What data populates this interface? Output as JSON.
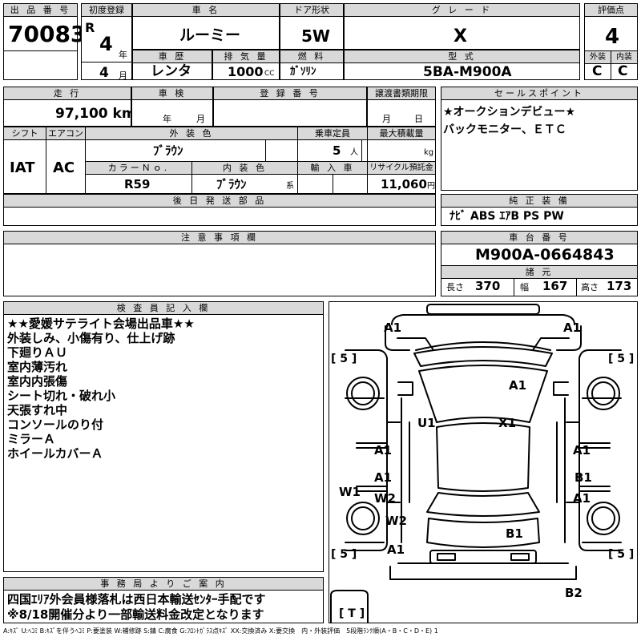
{
  "sheet": {
    "lot_number_label": "出 品 番 号",
    "lot_number": "70083",
    "first_reg_label": "初度登録",
    "era": "R",
    "year": "4",
    "year_unit": "年",
    "month": "4",
    "month_unit": "月",
    "car_name_label": "車 名",
    "car_name": "ルーミー",
    "door_label": "ドア形状",
    "door": "5W",
    "grade_label": "グ レ ー ド",
    "grade": "X",
    "score_label": "評価点",
    "score": "4",
    "history_label": "車 歴",
    "history": "レンタ",
    "displacement_label": "排 気 量",
    "displacement": "1000",
    "displacement_unit": "CC",
    "fuel_label": "燃 料",
    "fuel": "ｶﾞｿﾘﾝ",
    "model_label": "型 式",
    "model": "5BA-M900A",
    "exterior_label": "外装",
    "exterior_grade": "C",
    "interior_label": "内装",
    "interior_grade": "C",
    "mileage_label": "走 行",
    "mileage": "97,100 km",
    "inspection_label": "車 検",
    "insp_year_unit": "年",
    "insp_month_unit": "月",
    "registration_label": "登 録 番 号",
    "transfer_label": "譲渡書類期限",
    "transfer_month_unit": "月",
    "transfer_day_unit": "日",
    "sales_point_label": "セールスポイント",
    "sales_points": [
      "★オークションデビュー★",
      "バックモニター、ＥＴＣ"
    ],
    "shift_label": "シフト",
    "shift": "IAT",
    "aircon_label": "エアコン",
    "aircon": "AC",
    "ext_color_label": "外 装 色",
    "ext_color": "ﾌﾞﾗｳﾝ",
    "capacity_label": "乗車定員",
    "capacity": "5",
    "capacity_unit": "人",
    "max_load_label": "最大積載量",
    "max_load_unit": "kg",
    "color_no_label": "カラーＮｏ.",
    "color_no": "R59",
    "int_color_label": "内 装 色",
    "int_color": "ﾌﾞﾗｳﾝ",
    "int_color_unit": "系",
    "import_label": "輸 入 車",
    "recycle_label": "リサイクル預託金",
    "recycle": "11,060",
    "recycle_unit": "円",
    "later_parts_label": "後 日 発 送 部 品",
    "genuine_label": "純 正 装 備",
    "genuine": "ﾅﾋﾞ ABS ｴｱB PS PW",
    "caution_label": "注 意 事 項 欄",
    "chassis_label": "車 台 番 号",
    "chassis": "M900A-0664843",
    "specs_label": "諸 元",
    "length_label": "長さ",
    "length": "370",
    "width_label": "幅",
    "width": "167",
    "height_label": "高さ",
    "height": "173",
    "inspector_label": "検 査 員 記 入 欄",
    "inspector_notes": [
      "★★愛媛サテライト会場出品車★★",
      "外装しみ、小傷有り、仕上げ跡",
      "下廻りＡＵ",
      "室内薄汚れ",
      "室内内張傷",
      "シート切れ・破れ小",
      "天張すれ中",
      "コンソールのり付",
      "ミラーＡ",
      "ホイールカバーＡ"
    ],
    "office_label": "事 務 局 よ り ご 案 内",
    "office_notes": [
      "四国ｴﾘｱ外会員様落札は西日本輸送ｾﾝﾀｰ手配です",
      "※8/18開催分より一部輸送料金改定となります"
    ],
    "legend": "A:ｷｽﾞ U:ﾍｺﾐ B:ｷｽﾞを伴うﾍｺﾐ P:要塗装 W:補修跡 S:錆 C:腐食 G:ﾌﾛﾝﾄｶﾞﾗｽ点ｷｽﾞ XX:交換済み X:要交換　内・外装評価　5段階ﾗﾝｸ順(A・B・C・D・E) 1"
  },
  "diagram": {
    "tire_labels": [
      "[ 5 ]",
      "[ 5 ]",
      "[ 5 ]",
      "[ 5 ]",
      "[ T ]"
    ],
    "marks": [
      "A1",
      "A1",
      "A1",
      "U1",
      "X1",
      "A1",
      "A1",
      "A1",
      "B1",
      "W1",
      "W2",
      "A1",
      "W2",
      "A1",
      "B1",
      "B2"
    ]
  }
}
